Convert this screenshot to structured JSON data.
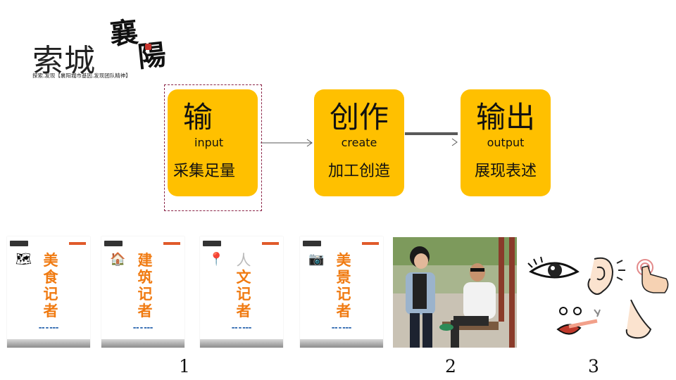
{
  "logo": {
    "main": "索城",
    "brush_top": "襄",
    "brush_bottom": "陽",
    "subtitle": "探索.发现【襄阳城市基因.发现团队精神】"
  },
  "flow": {
    "steps": [
      {
        "big": "输",
        "en": "input",
        "zh": "采集足量"
      },
      {
        "big": "创作",
        "en": "create",
        "zh": "加工创造"
      },
      {
        "big": "输出",
        "en": "output",
        "zh": "展现表述"
      }
    ],
    "colors": {
      "card": "#ffc000",
      "dashed_border": "#8a2346",
      "connector": "#595959"
    }
  },
  "posters": [
    {
      "icon": "map-icon",
      "icon_char": "🗺",
      "title": [
        "美",
        "食",
        "记",
        "者"
      ],
      "title_prefix": ""
    },
    {
      "icon": "building-icon",
      "icon_char": "🏠",
      "title": [
        "建",
        "筑",
        "记",
        "者"
      ],
      "title_prefix": ""
    },
    {
      "icon": "location-pin-icon",
      "icon_char": "📍",
      "title": [
        "文",
        "记",
        "者"
      ],
      "title_prefix": "人"
    },
    {
      "icon": "camera-icon",
      "icon_char": "📷",
      "title": [
        "美",
        "景",
        "记",
        "者"
      ],
      "title_prefix": ""
    }
  ],
  "photo": {
    "icon": "people-photo"
  },
  "senses": {
    "icons": [
      "eye-icon",
      "ear-icon",
      "touch-icon",
      "mouth-icon",
      "nose-icon"
    ]
  },
  "labels": {
    "one": "1",
    "two": "2",
    "three": "3"
  }
}
